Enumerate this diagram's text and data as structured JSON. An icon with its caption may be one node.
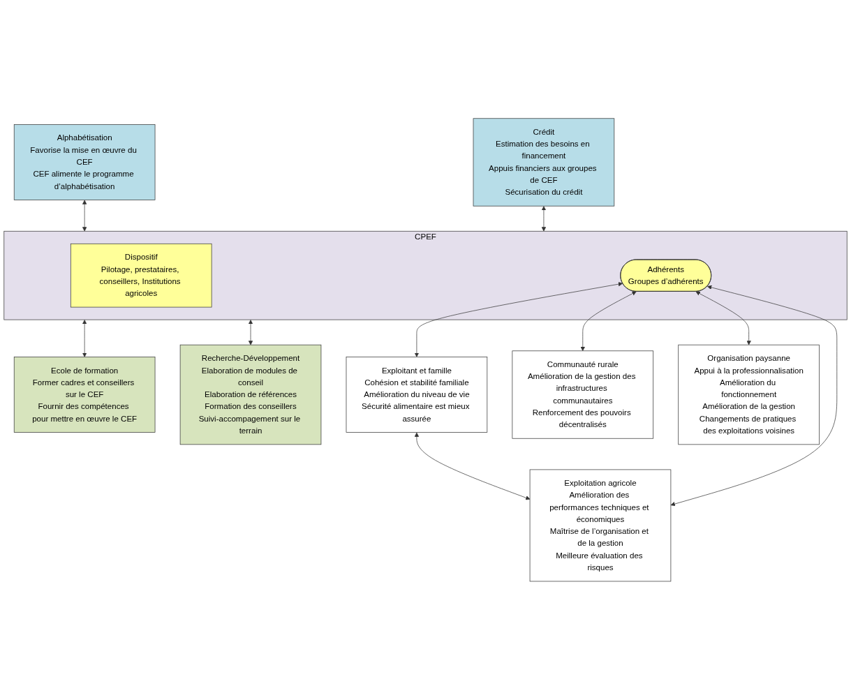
{
  "diagram": {
    "nodes": [
      {
        "text": [
          "Alphabétisation",
          "Favorise la mise en œuvre du CEF",
          "CEF alimente le programme d’alphabétisation"
        ]
      },
      {
        "text": [
          "CPEF"
        ]
      },
      {
        "text": [
          "Dispositif",
          "Pilotage, prestataires, conseillers, Institutions agricoles"
        ],
        "in": 1
      },
      {
        "text": [
          "Ecole de formation",
          "Former cadres et conseillers sur le CEF",
          "Fournir des compétences pour mettre en œuvre le CEF"
        ]
      },
      {
        "text": [
          "Crédit",
          "Estimation des besoins en financement",
          "Appuis financiers aux groupes de CEF",
          "Sécurisation du crédit"
        ]
      },
      {
        "text": [
          "Adhérents",
          "Groupes d’adhérents"
        ],
        "in": 1
      },
      {
        "text": [
          "Recherche-Développement",
          "Elaboration de modules de conseil",
          "Elaboration de références",
          "Formation des conseillers",
          "Suivi-accompagement sur le terrain"
        ]
      },
      {
        "text": [
          "Exploitant et famille",
          "Cohésion et stabilité familiale",
          "Amélioration du niveau de vie",
          "Sécurité alimentaire est mieux assurée"
        ]
      },
      {
        "text": [
          "Exploitation agricole",
          "Amélioration des performances techniques et économiques",
          "Maîtrise de l’organisation et de la gestion",
          "Meilleure évaluation des risques"
        ]
      },
      {
        "text": [
          "Communauté rurale",
          "Amélioration de la gestion des infrastructures communautaires",
          "Renforcement des pouvoirs décentralisés"
        ]
      },
      {
        "text": [
          "Organisation paysanne",
          "Appui à la professionnalisation",
          "Amélioration du fonctionnement",
          "Amélioration de la gestion",
          "Changements de pratiques des exploitations voisines"
        ]
      }
    ],
    "edges": [
      {
        "from": 0,
        "to": 1,
        "arrow": "both"
      },
      {
        "from": 1,
        "to": 3,
        "arrow": "both"
      },
      {
        "from": 4,
        "to": 1,
        "arrow": "both"
      },
      {
        "from": 1,
        "to": 6,
        "arrow": "both"
      },
      {
        "from": 5,
        "to": 7,
        "arrow": "both"
      },
      {
        "from": 7,
        "to": 8,
        "arrow": "both"
      },
      {
        "from": 5,
        "to": 8,
        "arrow": "both"
      },
      {
        "from": 5,
        "to": 9,
        "arrow": "both"
      },
      {
        "from": 5,
        "to": 10,
        "arrow": "both"
      }
    ]
  }
}
